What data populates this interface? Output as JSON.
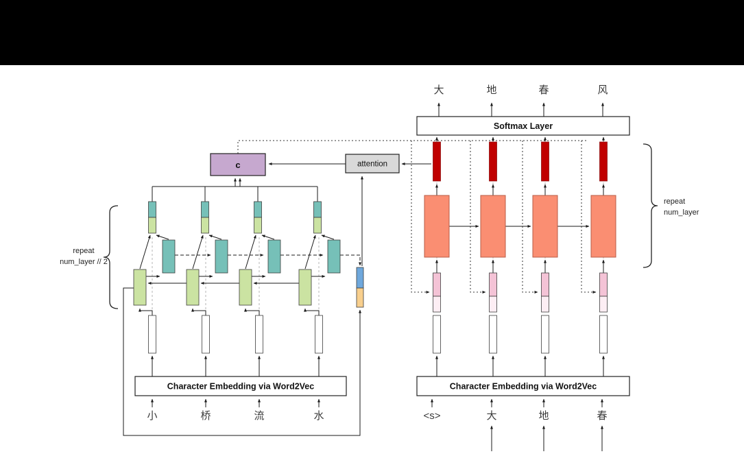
{
  "colors": {
    "top_bar": "#000000",
    "background": "#ffffff",
    "box_fill": "#ffffff",
    "green_bar": "#cbe3a2",
    "teal_bar": "#76c0b8",
    "white_bar": "#ffffff",
    "blue_bar": "#6fa8dc",
    "yellow_bar": "#f8cf8d",
    "context_box": "#c6a8cf",
    "attention_box": "#d9d9d9",
    "decoder_cell": "#fa8e72",
    "decoder_output_bar": "#c00000",
    "pink_bar": "#f4c3d6",
    "pink_bar_lower": "#fdeef4"
  },
  "labels": {
    "softmax": "Softmax Layer",
    "encoder_embedding": "Character Embedding via Word2Vec",
    "decoder_embedding": "Character Embedding via Word2Vec",
    "attention": "attention",
    "context": "c",
    "repeat_encoder_line1": "repeat",
    "repeat_encoder_line2": "num_layer // 2",
    "repeat_decoder_line1": "repeat",
    "repeat_decoder_line2": "num_layer"
  },
  "encoder": {
    "input_chars": [
      "小",
      "桥",
      "流",
      "水"
    ]
  },
  "decoder": {
    "input_chars": [
      "<s>",
      "大",
      "地",
      "春"
    ],
    "output_chars": [
      "大",
      "地",
      "春",
      "风"
    ]
  }
}
